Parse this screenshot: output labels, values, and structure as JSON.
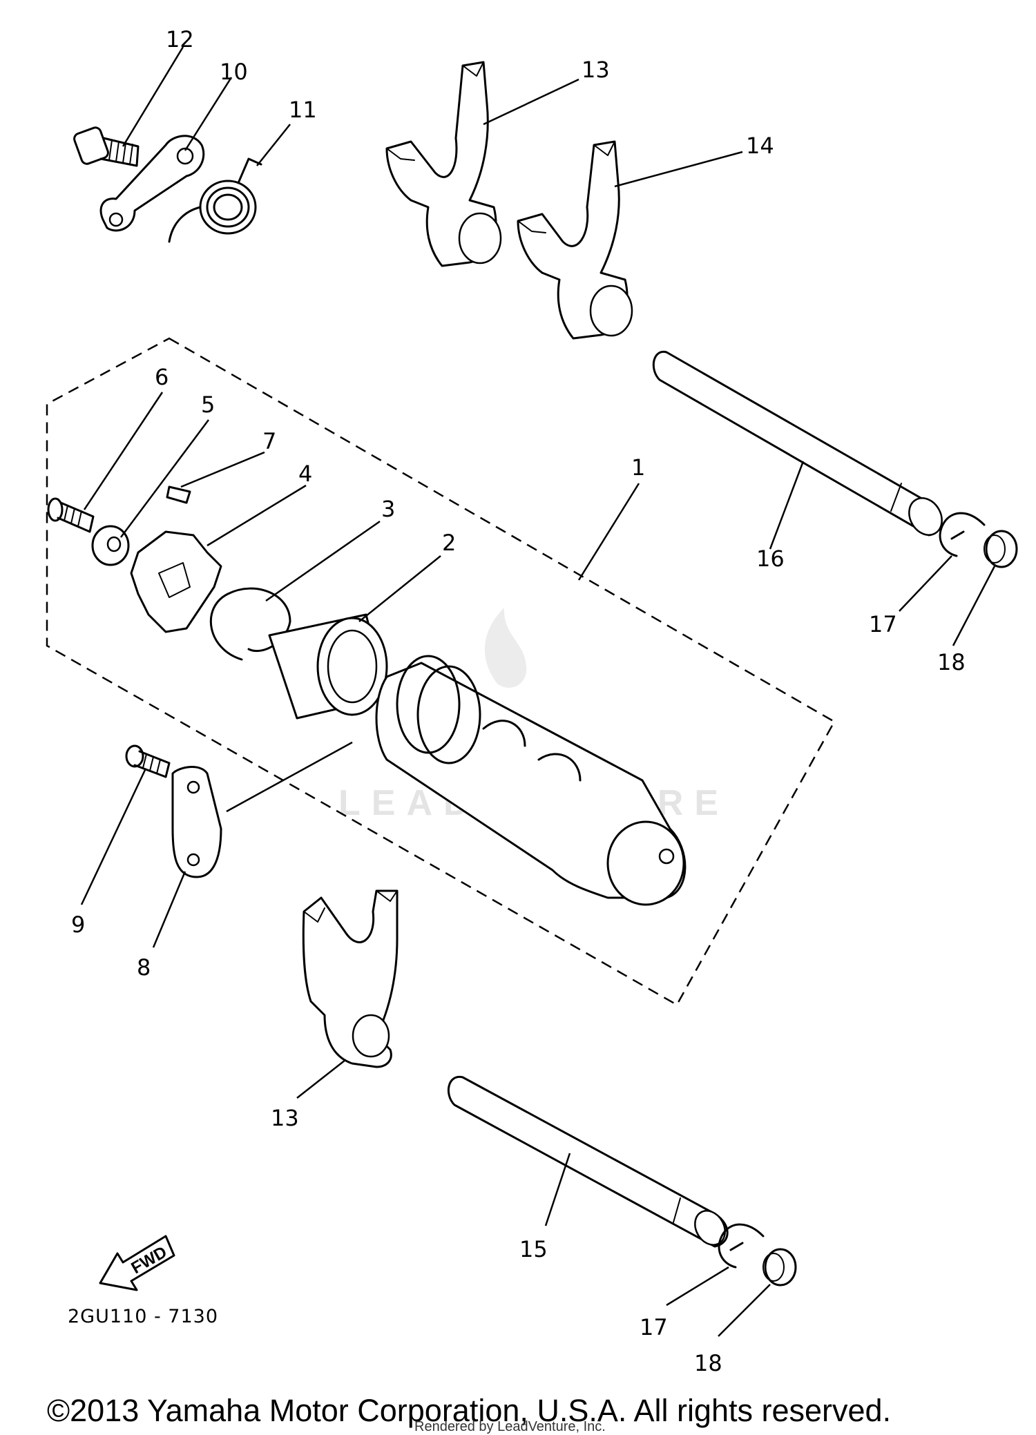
{
  "labels": {
    "l1": "1",
    "l2": "2",
    "l3": "3",
    "l4": "4",
    "l5": "5",
    "l6": "6",
    "l7": "7",
    "l8": "8",
    "l9": "9",
    "l10": "10",
    "l11": "11",
    "l12": "12",
    "l13a": "13",
    "l13b": "13",
    "l14": "14",
    "l15": "15",
    "l16": "16",
    "l17a": "17",
    "l17b": "17",
    "l18a": "18",
    "l18b": "18"
  },
  "fwd_marker": "FWD",
  "ref_code": "2GU110 - 7130",
  "watermark": "LEADVENTURE",
  "copyright": "©2013 Yamaha Motor Corporation, U.S.A. All rights reserved.",
  "render_credit": "Rendered by LeadVenture, Inc."
}
